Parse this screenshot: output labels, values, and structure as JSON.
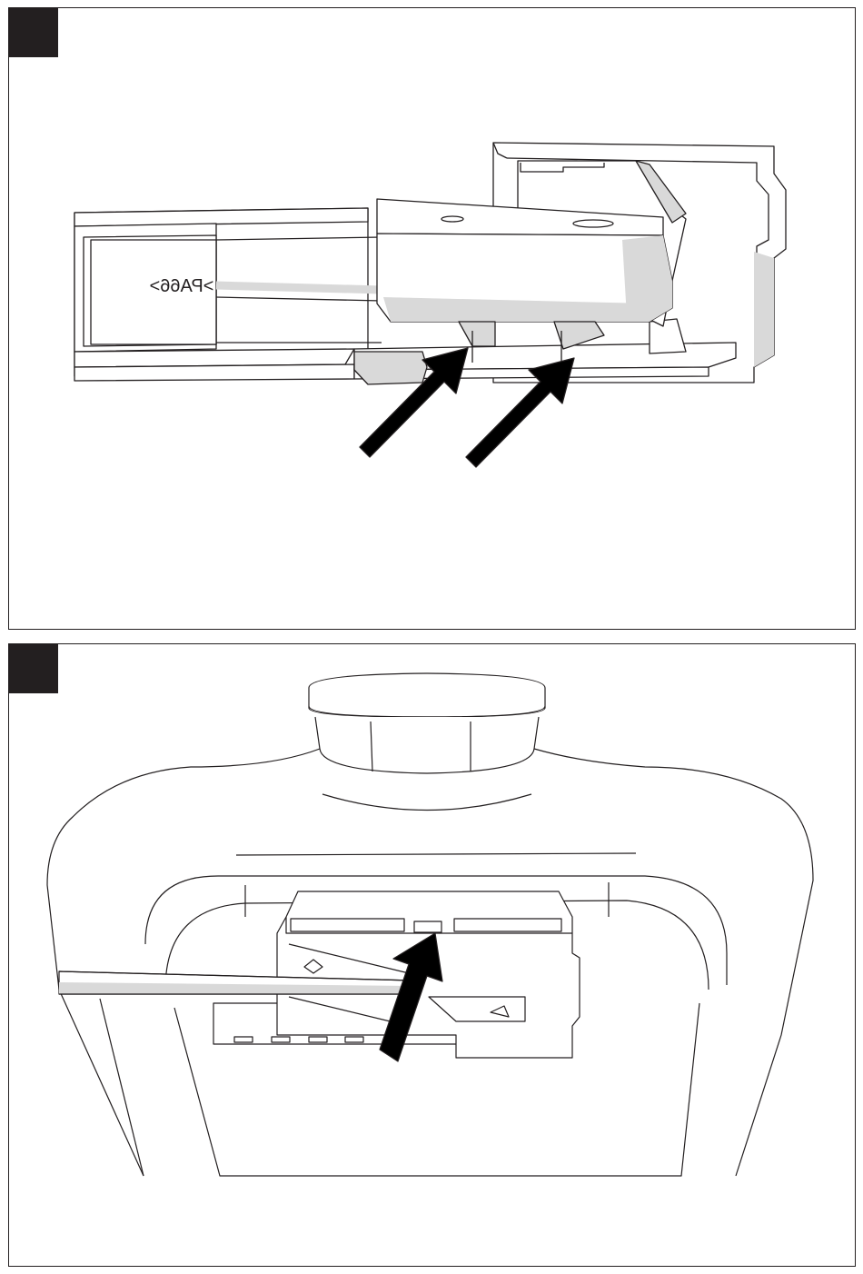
{
  "colors": {
    "ink": "#231f20",
    "shade": "#d9d9d9",
    "paper": "#ffffff"
  },
  "panels": [
    {
      "step_marker": "",
      "part_marking": ">PA66>",
      "arrows": 2
    },
    {
      "step_marker": "",
      "arrows": 1
    }
  ]
}
